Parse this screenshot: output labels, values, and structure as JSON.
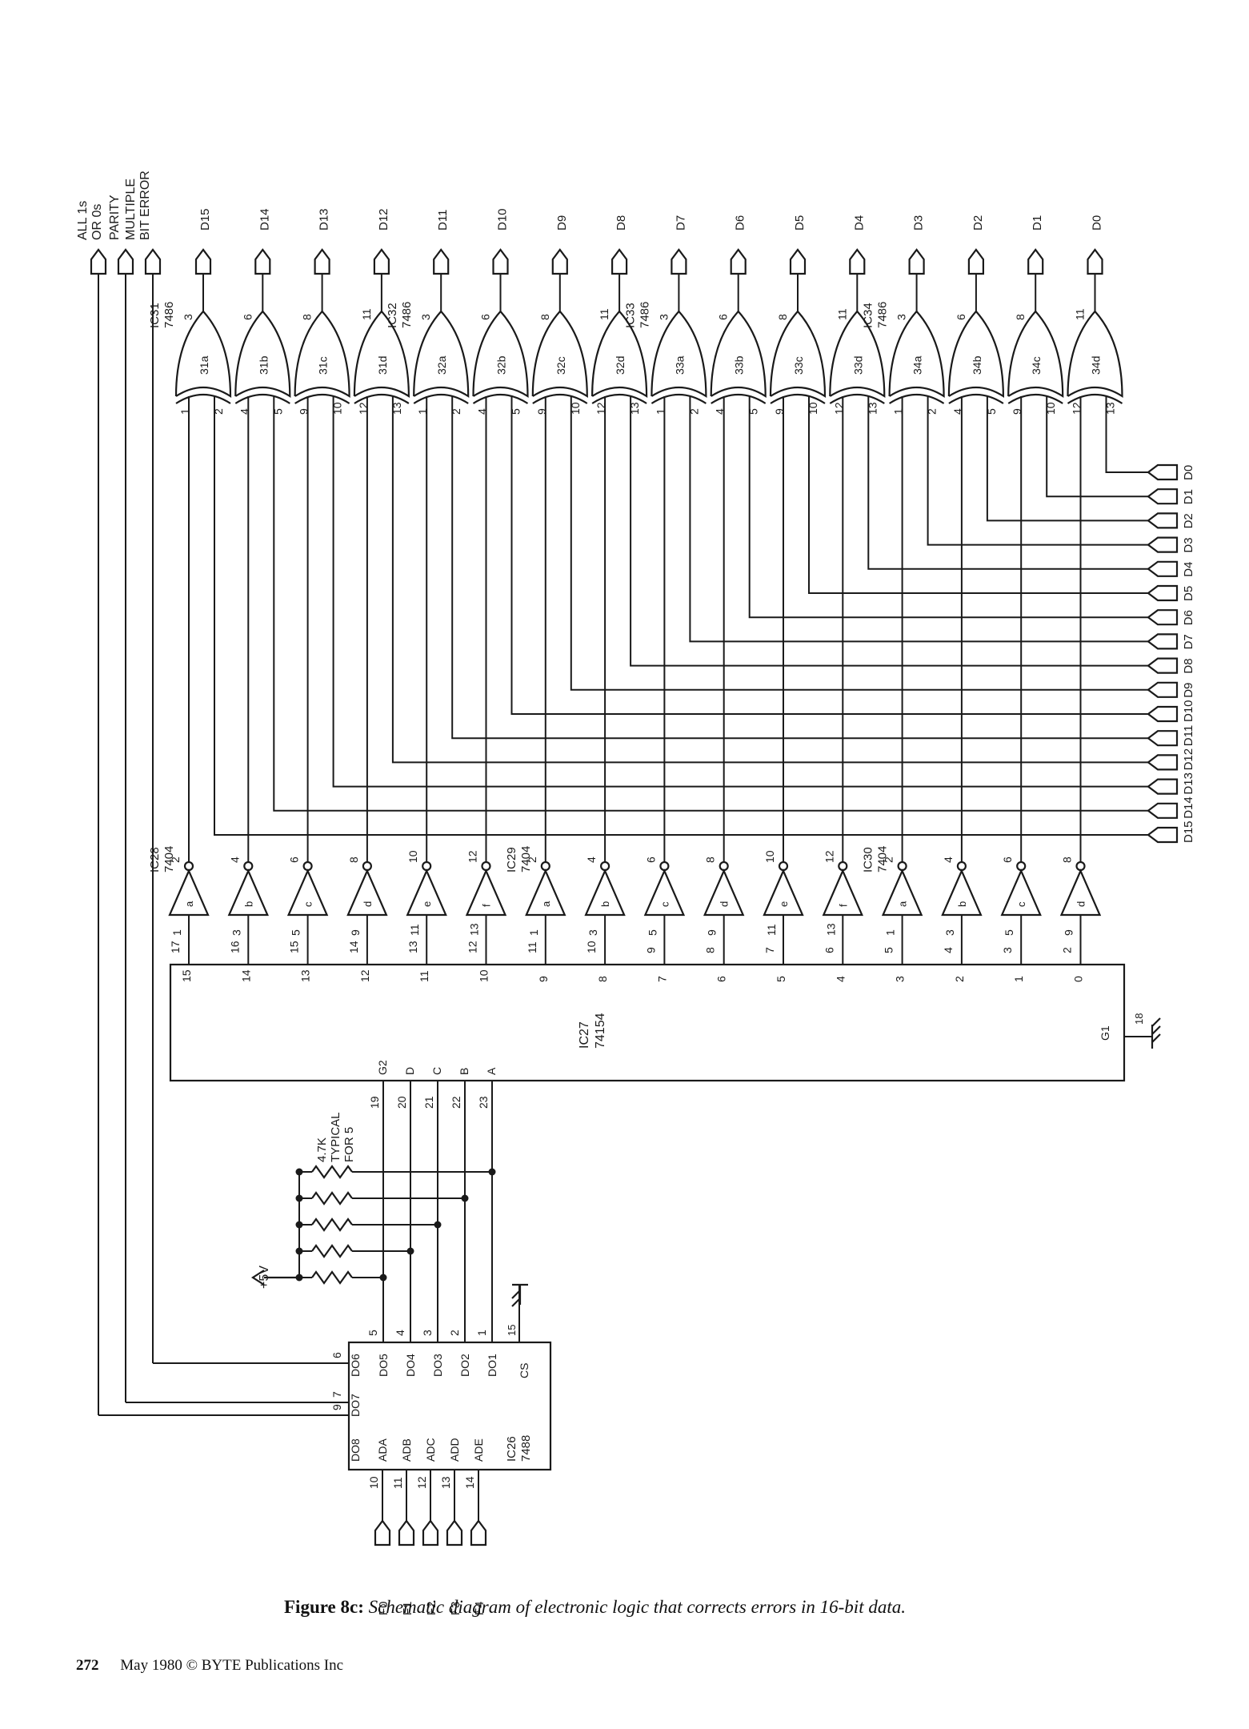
{
  "caption": {
    "label": "Figure 8c:",
    "text": "Schematic diagram of electronic logic that corrects errors in 16-bit data."
  },
  "footer": {
    "page_number": "272",
    "text": "May 1980 © BYTE Publications Inc"
  },
  "status_outputs": [
    "ALL 1s OR 0s",
    "PARITY",
    "MULTIPLE BIT ERROR"
  ],
  "xor_chips": [
    "IC31 7486",
    "IC32 7486",
    "IC33 7486",
    "IC34 7486"
  ],
  "inverter_chips": [
    "IC28 7404",
    "IC29 7404",
    "IC30 7404"
  ],
  "decoder": {
    "label": "IC27 74154",
    "enable_pins": [
      "G2",
      "G1"
    ],
    "address_pins": [
      "D",
      "C",
      "B",
      "A"
    ]
  },
  "prom": {
    "label": "IC26 7488",
    "outputs": [
      "DO8",
      "DO7",
      "DO6",
      "DO5",
      "DO4",
      "DO3",
      "DO2",
      "DO1"
    ],
    "address_inputs": [
      "ADA",
      "ADB",
      "ADC",
      "ADD",
      "ADE"
    ],
    "chip_select": "CS"
  },
  "resistors": {
    "label": "4.7K TYPICAL FOR 5",
    "supply": "+5V"
  },
  "check_inputs": [
    "F0",
    "F1",
    "F2",
    "F3",
    "F4"
  ],
  "data_outputs": [
    "D15",
    "D14",
    "D13",
    "D12",
    "D11",
    "D10",
    "D9",
    "D8",
    "D7",
    "D6",
    "D5",
    "D4",
    "D3",
    "D2",
    "D1",
    "D0"
  ],
  "data_inputs": [
    "D15",
    "D14",
    "D13",
    "D12",
    "D11",
    "D10",
    "D9",
    "D8",
    "D7",
    "D6",
    "D5",
    "D4",
    "D3",
    "D2",
    "D1",
    "D0"
  ],
  "xor_gates": [
    "31a",
    "31b",
    "31c",
    "31d",
    "32a",
    "32b",
    "32c",
    "32d",
    "33a",
    "33b",
    "33c",
    "33d",
    "34a",
    "34b",
    "34c",
    "34d"
  ],
  "inverter_gates": [
    "a",
    "b",
    "c",
    "d",
    "e",
    "f",
    "a",
    "b",
    "c",
    "d",
    "e",
    "f",
    "a",
    "b",
    "c",
    "d"
  ]
}
